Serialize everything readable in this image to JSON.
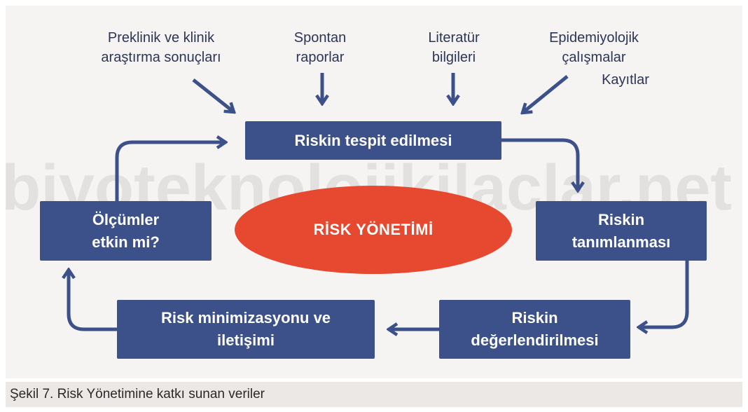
{
  "watermark": "biyoteknolojikilaclar.net",
  "sources": [
    {
      "lines": [
        "Preklinik ve klinik",
        "araştırma sonuçları"
      ]
    },
    {
      "lines": [
        "Spontan",
        "raporlar"
      ]
    },
    {
      "lines": [
        "Literatür",
        "bilgileri"
      ]
    },
    {
      "lines": [
        "Epidemiyolojik",
        "çalışmalar"
      ]
    },
    {
      "lines": [
        "Kayıtlar"
      ]
    }
  ],
  "steps": [
    {
      "lines": [
        "Riskin tespit edilmesi"
      ]
    },
    {
      "lines": [
        "Riskin",
        "tanımlanması"
      ]
    },
    {
      "lines": [
        "Riskin",
        "değerlendirilmesi"
      ]
    },
    {
      "lines": [
        "Risk minimizasyonu ve",
        "iletişimi"
      ]
    },
    {
      "lines": [
        "Ölçümler",
        "etkin mi?"
      ]
    }
  ],
  "center": "RİSK YÖNETİMİ",
  "caption": "Şekil 7. Risk Yönetimine katkı sunan veriler",
  "colors": {
    "box": "#3c5089",
    "arrow": "#3c5089",
    "center": "#e6492f",
    "text": "#2b3656",
    "panel": "#f6f4f3",
    "caption_bg": "#ebe8e5",
    "watermark": "#e3e1df"
  }
}
